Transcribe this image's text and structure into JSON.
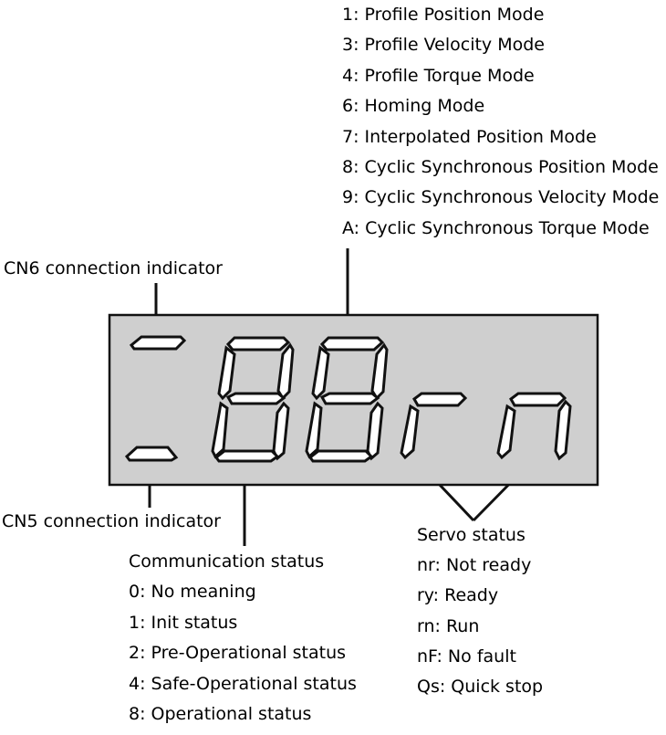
{
  "cn6_label": "CN6 connection indicator",
  "cn5_label": "CN5 connection indicator",
  "display_chars": [
    "8",
    "8",
    "r",
    "n"
  ],
  "colors": {
    "panel": "#cfcfcf",
    "line": "#111111",
    "segment": "#ffffff"
  },
  "operation_modes": [
    "1: Profile Position Mode",
    "3: Profile Velocity Mode",
    "4: Profile Torque Mode",
    "6: Homing Mode",
    "7: Interpolated Position Mode",
    "8: Cyclic Synchronous Position Mode",
    "9: Cyclic Synchronous Velocity Mode",
    "A: Cyclic Synchronous Torque Mode"
  ],
  "communication": {
    "title": "Communication status",
    "items": [
      "0: No meaning",
      "1: Init status",
      "2: Pre-Operational status",
      "4: Safe-Operational status",
      "8: Operational  status"
    ]
  },
  "servo": {
    "title": "Servo status",
    "items": [
      "nr: Not ready",
      "ry: Ready",
      "rn: Run",
      "nF: No fault",
      "Qs: Quick stop"
    ]
  }
}
